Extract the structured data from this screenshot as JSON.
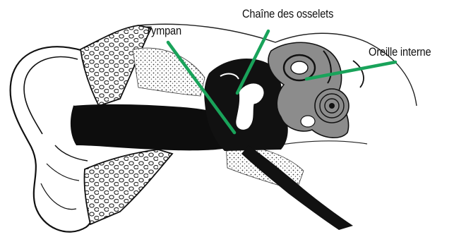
{
  "diagram": {
    "labels": {
      "tympan": "Tympan",
      "osselets": "Chaîne des osselets",
      "interne": "Oreille interne"
    },
    "colors": {
      "leader": "#19a35a",
      "ink": "#111111",
      "bone_fill": "#ffffff",
      "tissue": "#cfcfcf",
      "cochlea": "#8c8c8c"
    }
  }
}
